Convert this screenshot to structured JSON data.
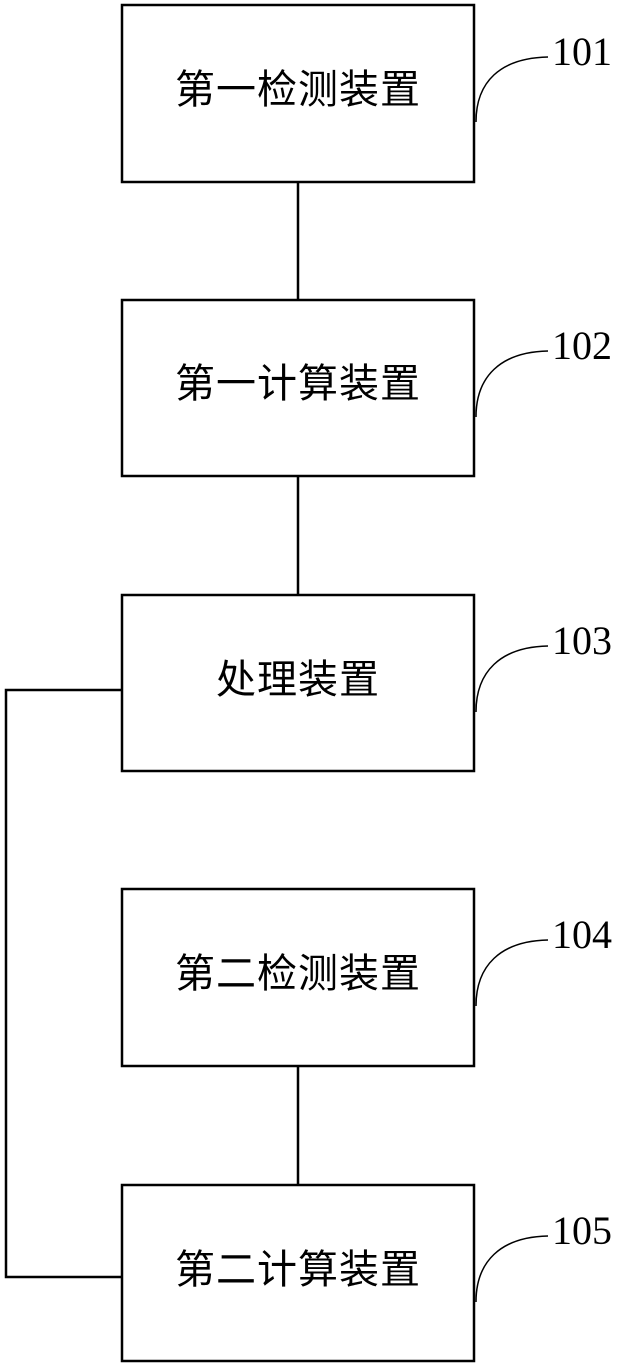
{
  "blocks": [
    {
      "id": "block-101",
      "label": "第一检测装置",
      "ref": "101"
    },
    {
      "id": "block-102",
      "label": "第一计算装置",
      "ref": "102"
    },
    {
      "id": "block-103",
      "label": "处理装置",
      "ref": "103"
    },
    {
      "id": "block-104",
      "label": "第二检测装置",
      "ref": "104"
    },
    {
      "id": "block-105",
      "label": "第二计算装置",
      "ref": "105"
    }
  ],
  "connections": [
    {
      "from": "101",
      "to": "102"
    },
    {
      "from": "102",
      "to": "103"
    },
    {
      "from": "104",
      "to": "105"
    },
    {
      "from": "103",
      "to": "105",
      "route": "left-side"
    }
  ]
}
